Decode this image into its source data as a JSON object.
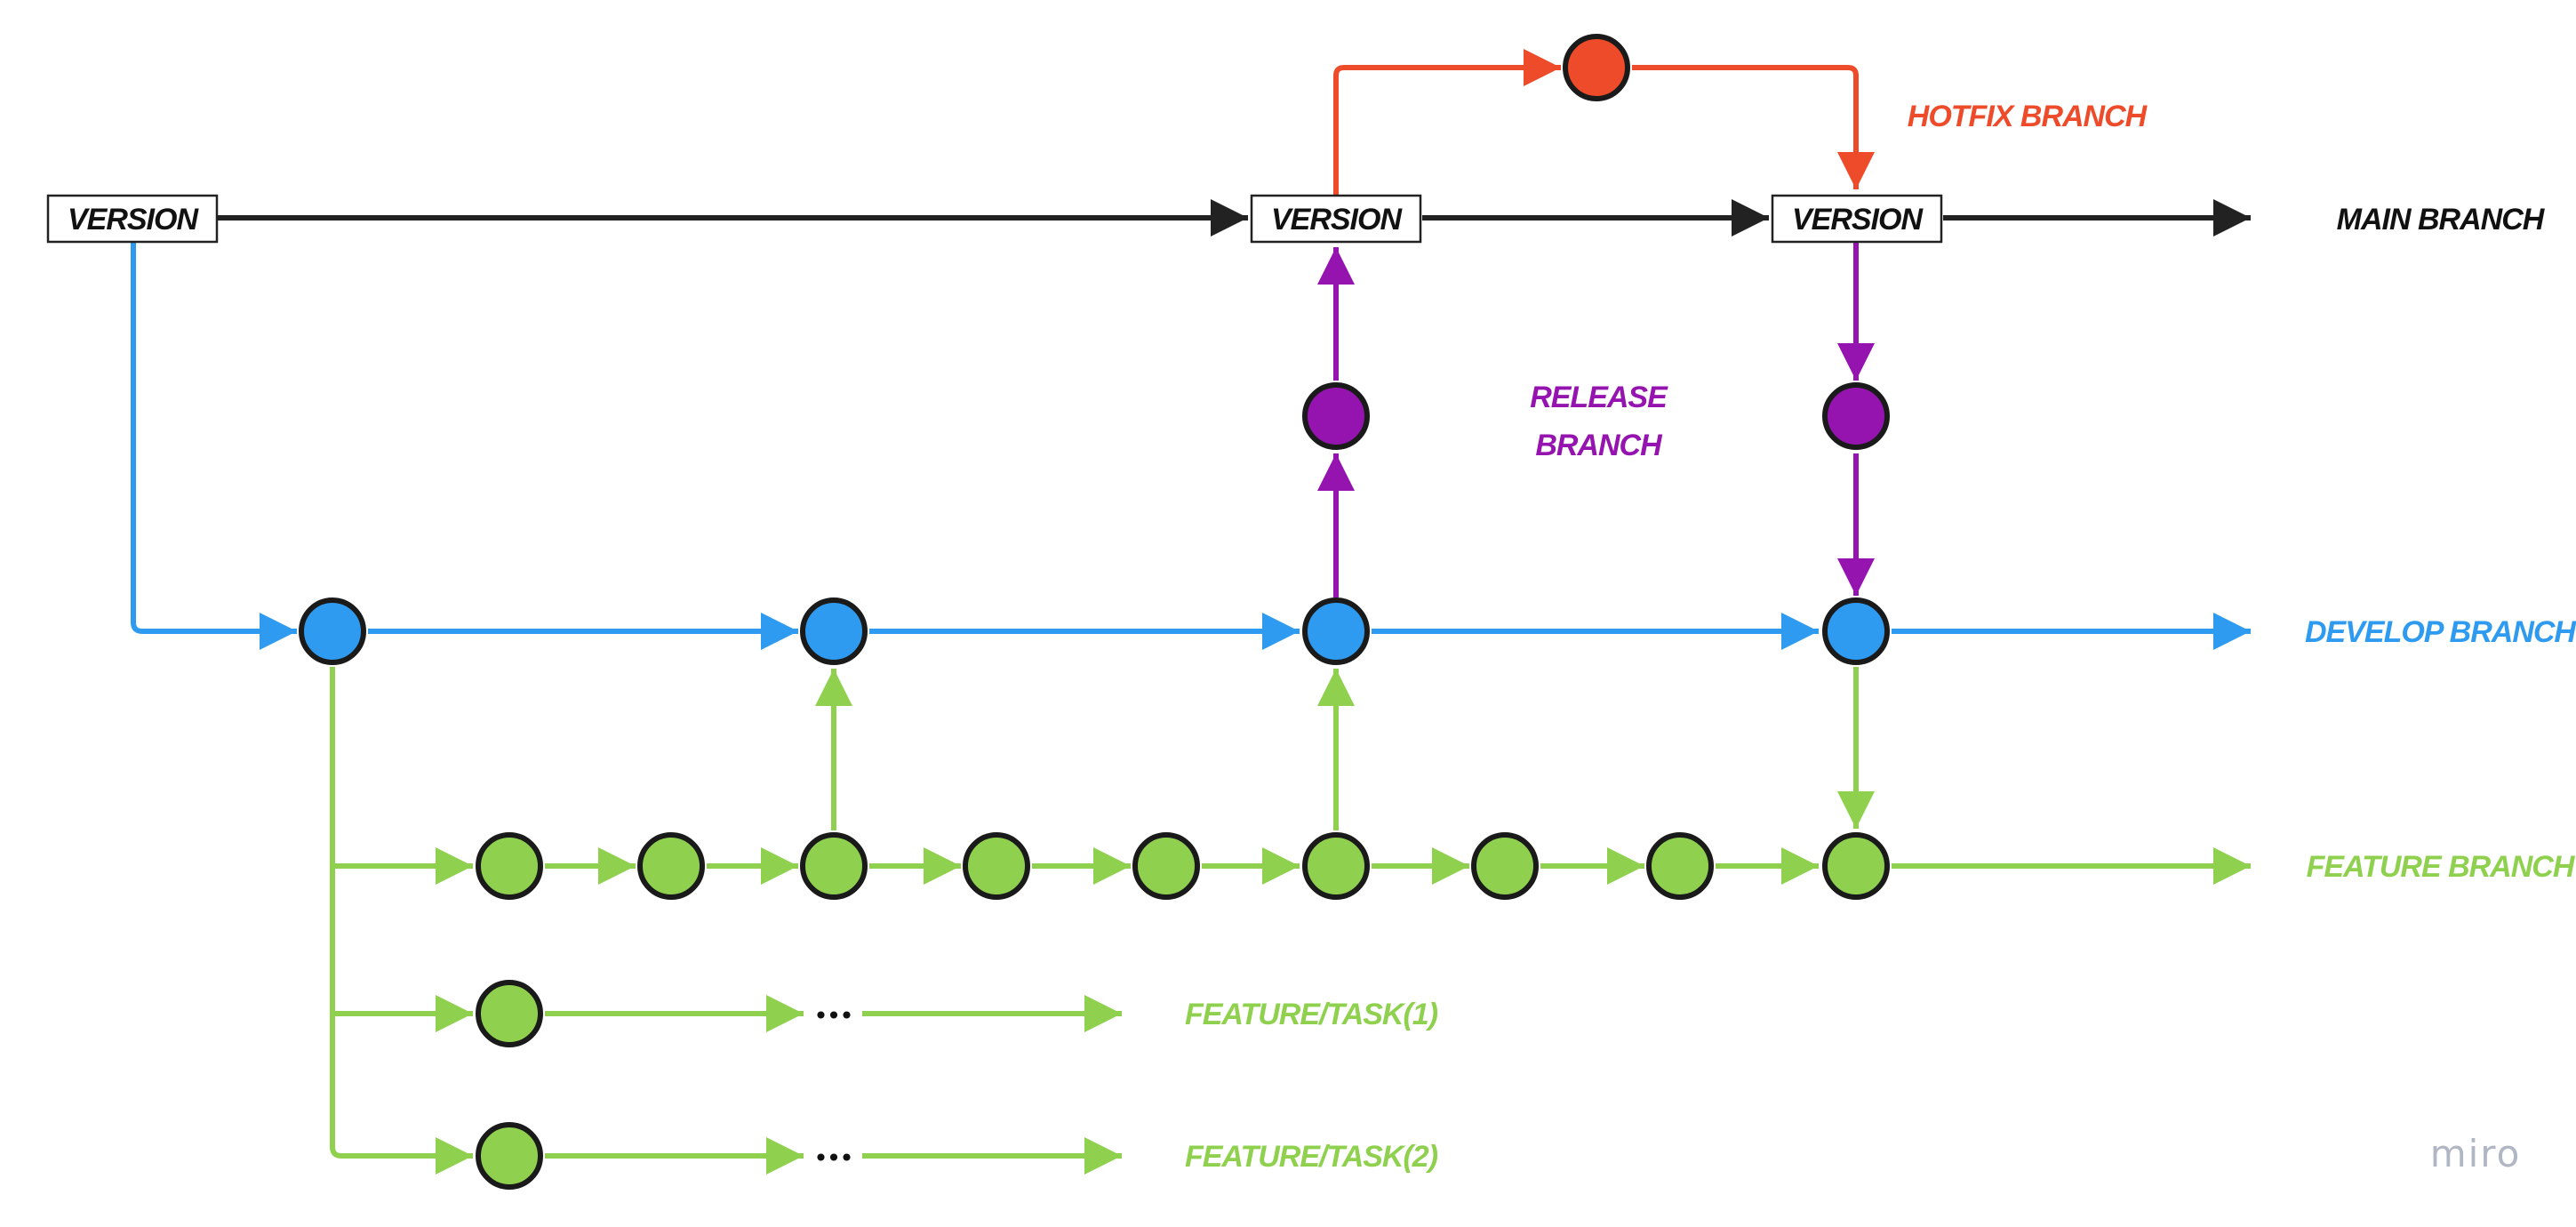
{
  "colors": {
    "main": "#222222",
    "hotfix": "#ee4b2b",
    "release": "#9514b0",
    "develop": "#2f9bf0",
    "feature": "#8fd14f",
    "outline": "#1a1a1a",
    "watermark": "#b0b6c4"
  },
  "version_label": "VERSION",
  "labels": {
    "hotfix": "HOTFIX BRANCH",
    "main": "MAIN BRANCH",
    "release_line1": "RELEASE",
    "release_line2": "BRANCH",
    "develop": "DEVELOP BRANCH",
    "feature": "FEATURE BRANCH",
    "task1": "FEATURE/TASK(1)",
    "task2": "FEATURE/TASK(2)"
  },
  "ellipsis": "•••",
  "watermark": "miro"
}
